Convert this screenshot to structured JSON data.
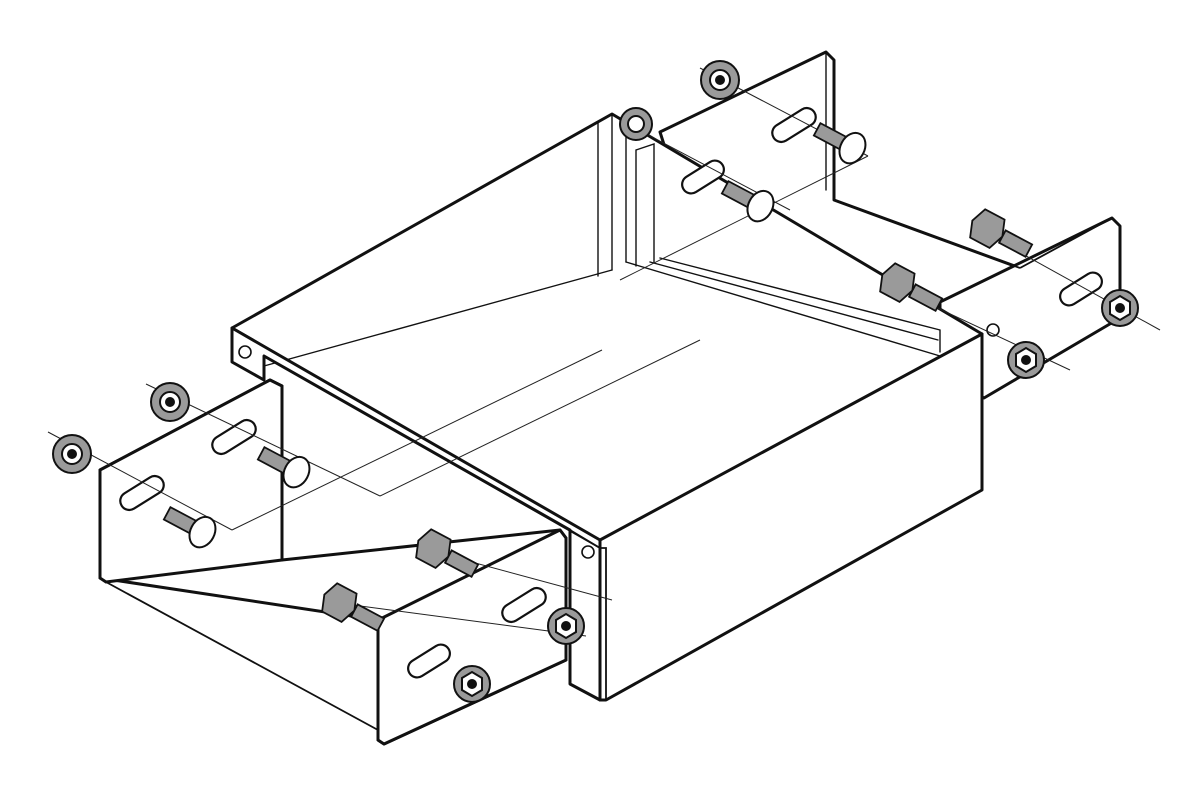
{
  "figure": {
    "kind": "exploded-assembly-illustration",
    "line_color": "#111111",
    "background_color": "#ffffff",
    "hardware_fill_color": "#9a9a9a",
    "parts": {
      "center_box_count": 1,
      "side_channel_count": 2,
      "carriage_bolt_count": 4,
      "hex_flange_bolt_count": 4,
      "flange_nut_count": 4,
      "serrated_nut_count": 4,
      "slot_count": 8
    }
  }
}
